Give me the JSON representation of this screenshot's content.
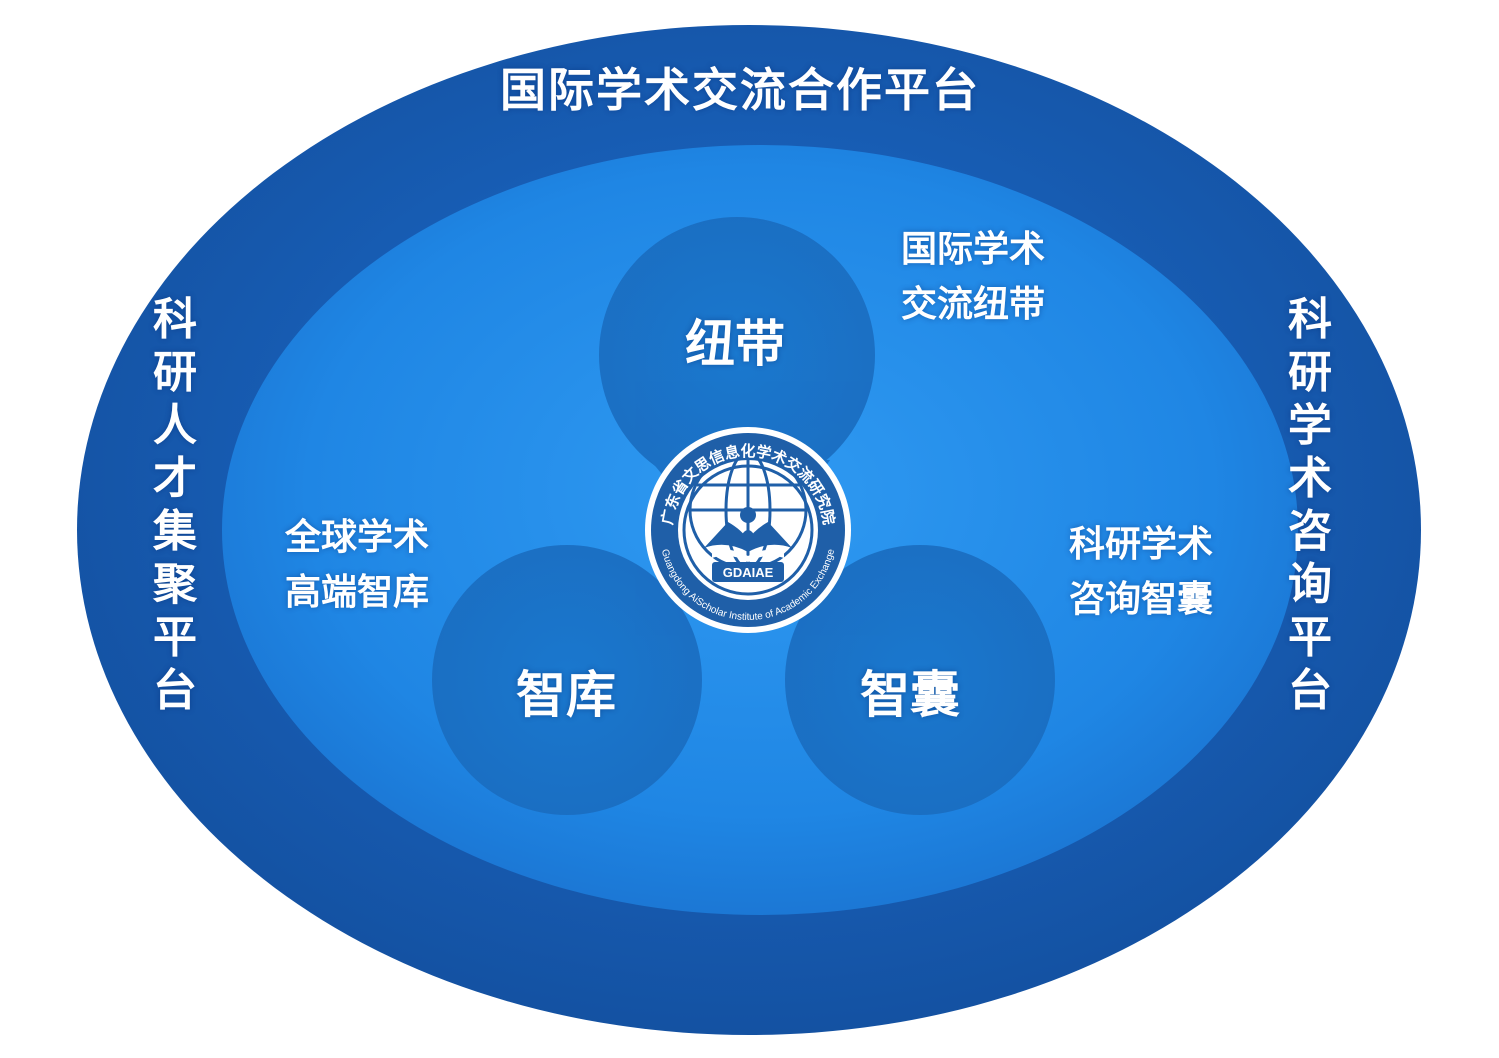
{
  "diagram": {
    "outer_title": "国际学术交流合作平台",
    "left_platform": "科研人才集聚平台",
    "right_platform": "科研学术咨询平台",
    "pillars": {
      "top": {
        "name": "纽带",
        "line1": "国际学术",
        "line2": "交流纽带"
      },
      "left": {
        "name": "智库",
        "line1": "全球学术",
        "line2": "高端智库"
      },
      "right": {
        "name": "智囊",
        "line1": "科研学术",
        "line2": "咨询智囊"
      }
    },
    "logo": {
      "arc_top_text": "广东省文思信息化学术交流研究院",
      "arc_bottom_text": "Guangdong AiScholar Institute of Academic Exchange",
      "abbr": "GDAIAE"
    }
  },
  "colors": {
    "outer_ring": "#1756a8",
    "inner_field": "#1e88e8",
    "petal": "#1a6fc4",
    "logo_fill": "#1f5fa8",
    "text": "#ffffff"
  }
}
